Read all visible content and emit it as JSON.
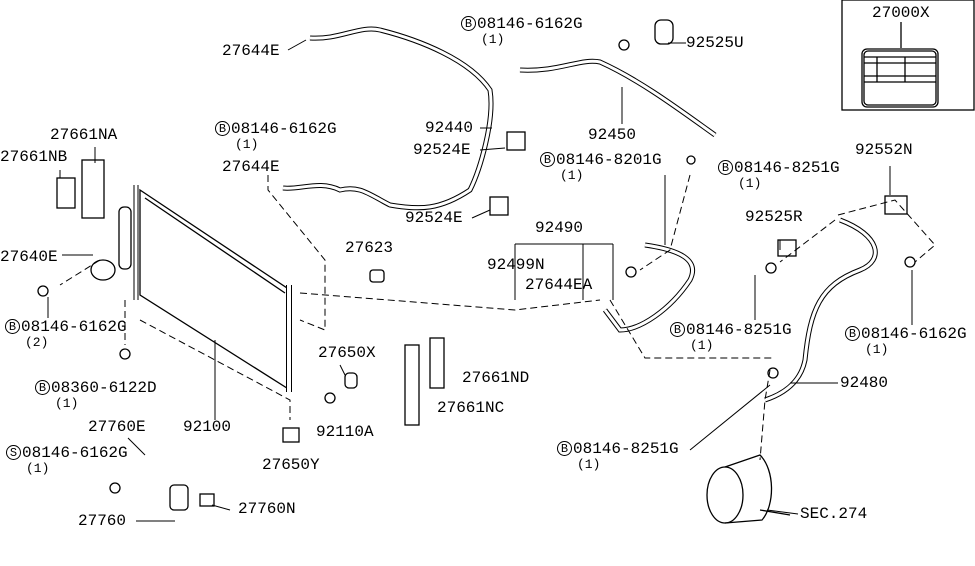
{
  "parts": [
    {
      "id": "p1",
      "number": "27644E"
    },
    {
      "id": "p2",
      "prefix": "B",
      "number": "08146-6162G",
      "qty": "(1)"
    },
    {
      "id": "p3",
      "number": "92525U"
    },
    {
      "id": "p4",
      "number": "27000X"
    },
    {
      "id": "p5",
      "number": "92440"
    },
    {
      "id": "p6",
      "number": "92450"
    },
    {
      "id": "p7",
      "prefix": "B",
      "number": "08146-6162G",
      "qty": "(1)"
    },
    {
      "id": "p8",
      "number": "92524E"
    },
    {
      "id": "p9",
      "number": "27661NA"
    },
    {
      "id": "p10",
      "number": "27661NB"
    },
    {
      "id": "p11",
      "number": "27644E"
    },
    {
      "id": "p12",
      "prefix": "B",
      "number": "08146-8201G",
      "qty": "(1)"
    },
    {
      "id": "p13",
      "prefix": "B",
      "number": "08146-8251G",
      "qty": "(1)"
    },
    {
      "id": "p14",
      "number": "92552N"
    },
    {
      "id": "p15",
      "number": "92524E"
    },
    {
      "id": "p16",
      "number": "92490"
    },
    {
      "id": "p17",
      "number": "92525R"
    },
    {
      "id": "p18",
      "number": "27623"
    },
    {
      "id": "p19",
      "number": "27640E"
    },
    {
      "id": "p20",
      "number": "92499N"
    },
    {
      "id": "p21",
      "number": "27644EA"
    },
    {
      "id": "p22",
      "prefix": "B",
      "number": "08146-6162G",
      "qty": "(2)"
    },
    {
      "id": "p23",
      "prefix": "B",
      "number": "08146-8251G",
      "qty": "(1)"
    },
    {
      "id": "p24",
      "prefix": "B",
      "number": "08146-6162G",
      "qty": "(1)"
    },
    {
      "id": "p25",
      "number": "27650X"
    },
    {
      "id": "p26",
      "prefix": "B",
      "number": "08360-6122D",
      "qty": "(1)"
    },
    {
      "id": "p27",
      "number": "92480"
    },
    {
      "id": "p28",
      "number": "27661ND"
    },
    {
      "id": "p29",
      "number": "92110A"
    },
    {
      "id": "p30",
      "number": "27661NC"
    },
    {
      "id": "p31",
      "number": "92100"
    },
    {
      "id": "p32",
      "number": "27760E"
    },
    {
      "id": "p33",
      "prefix": "S",
      "number": "08146-6162G",
      "qty": "(1)"
    },
    {
      "id": "p34",
      "number": "27650Y"
    },
    {
      "id": "p35",
      "prefix": "B",
      "number": "08146-8251G",
      "qty": "(1)"
    },
    {
      "id": "p36",
      "number": "27760"
    },
    {
      "id": "p37",
      "number": "27760N"
    },
    {
      "id": "p38",
      "number": "SEC.274"
    }
  ]
}
